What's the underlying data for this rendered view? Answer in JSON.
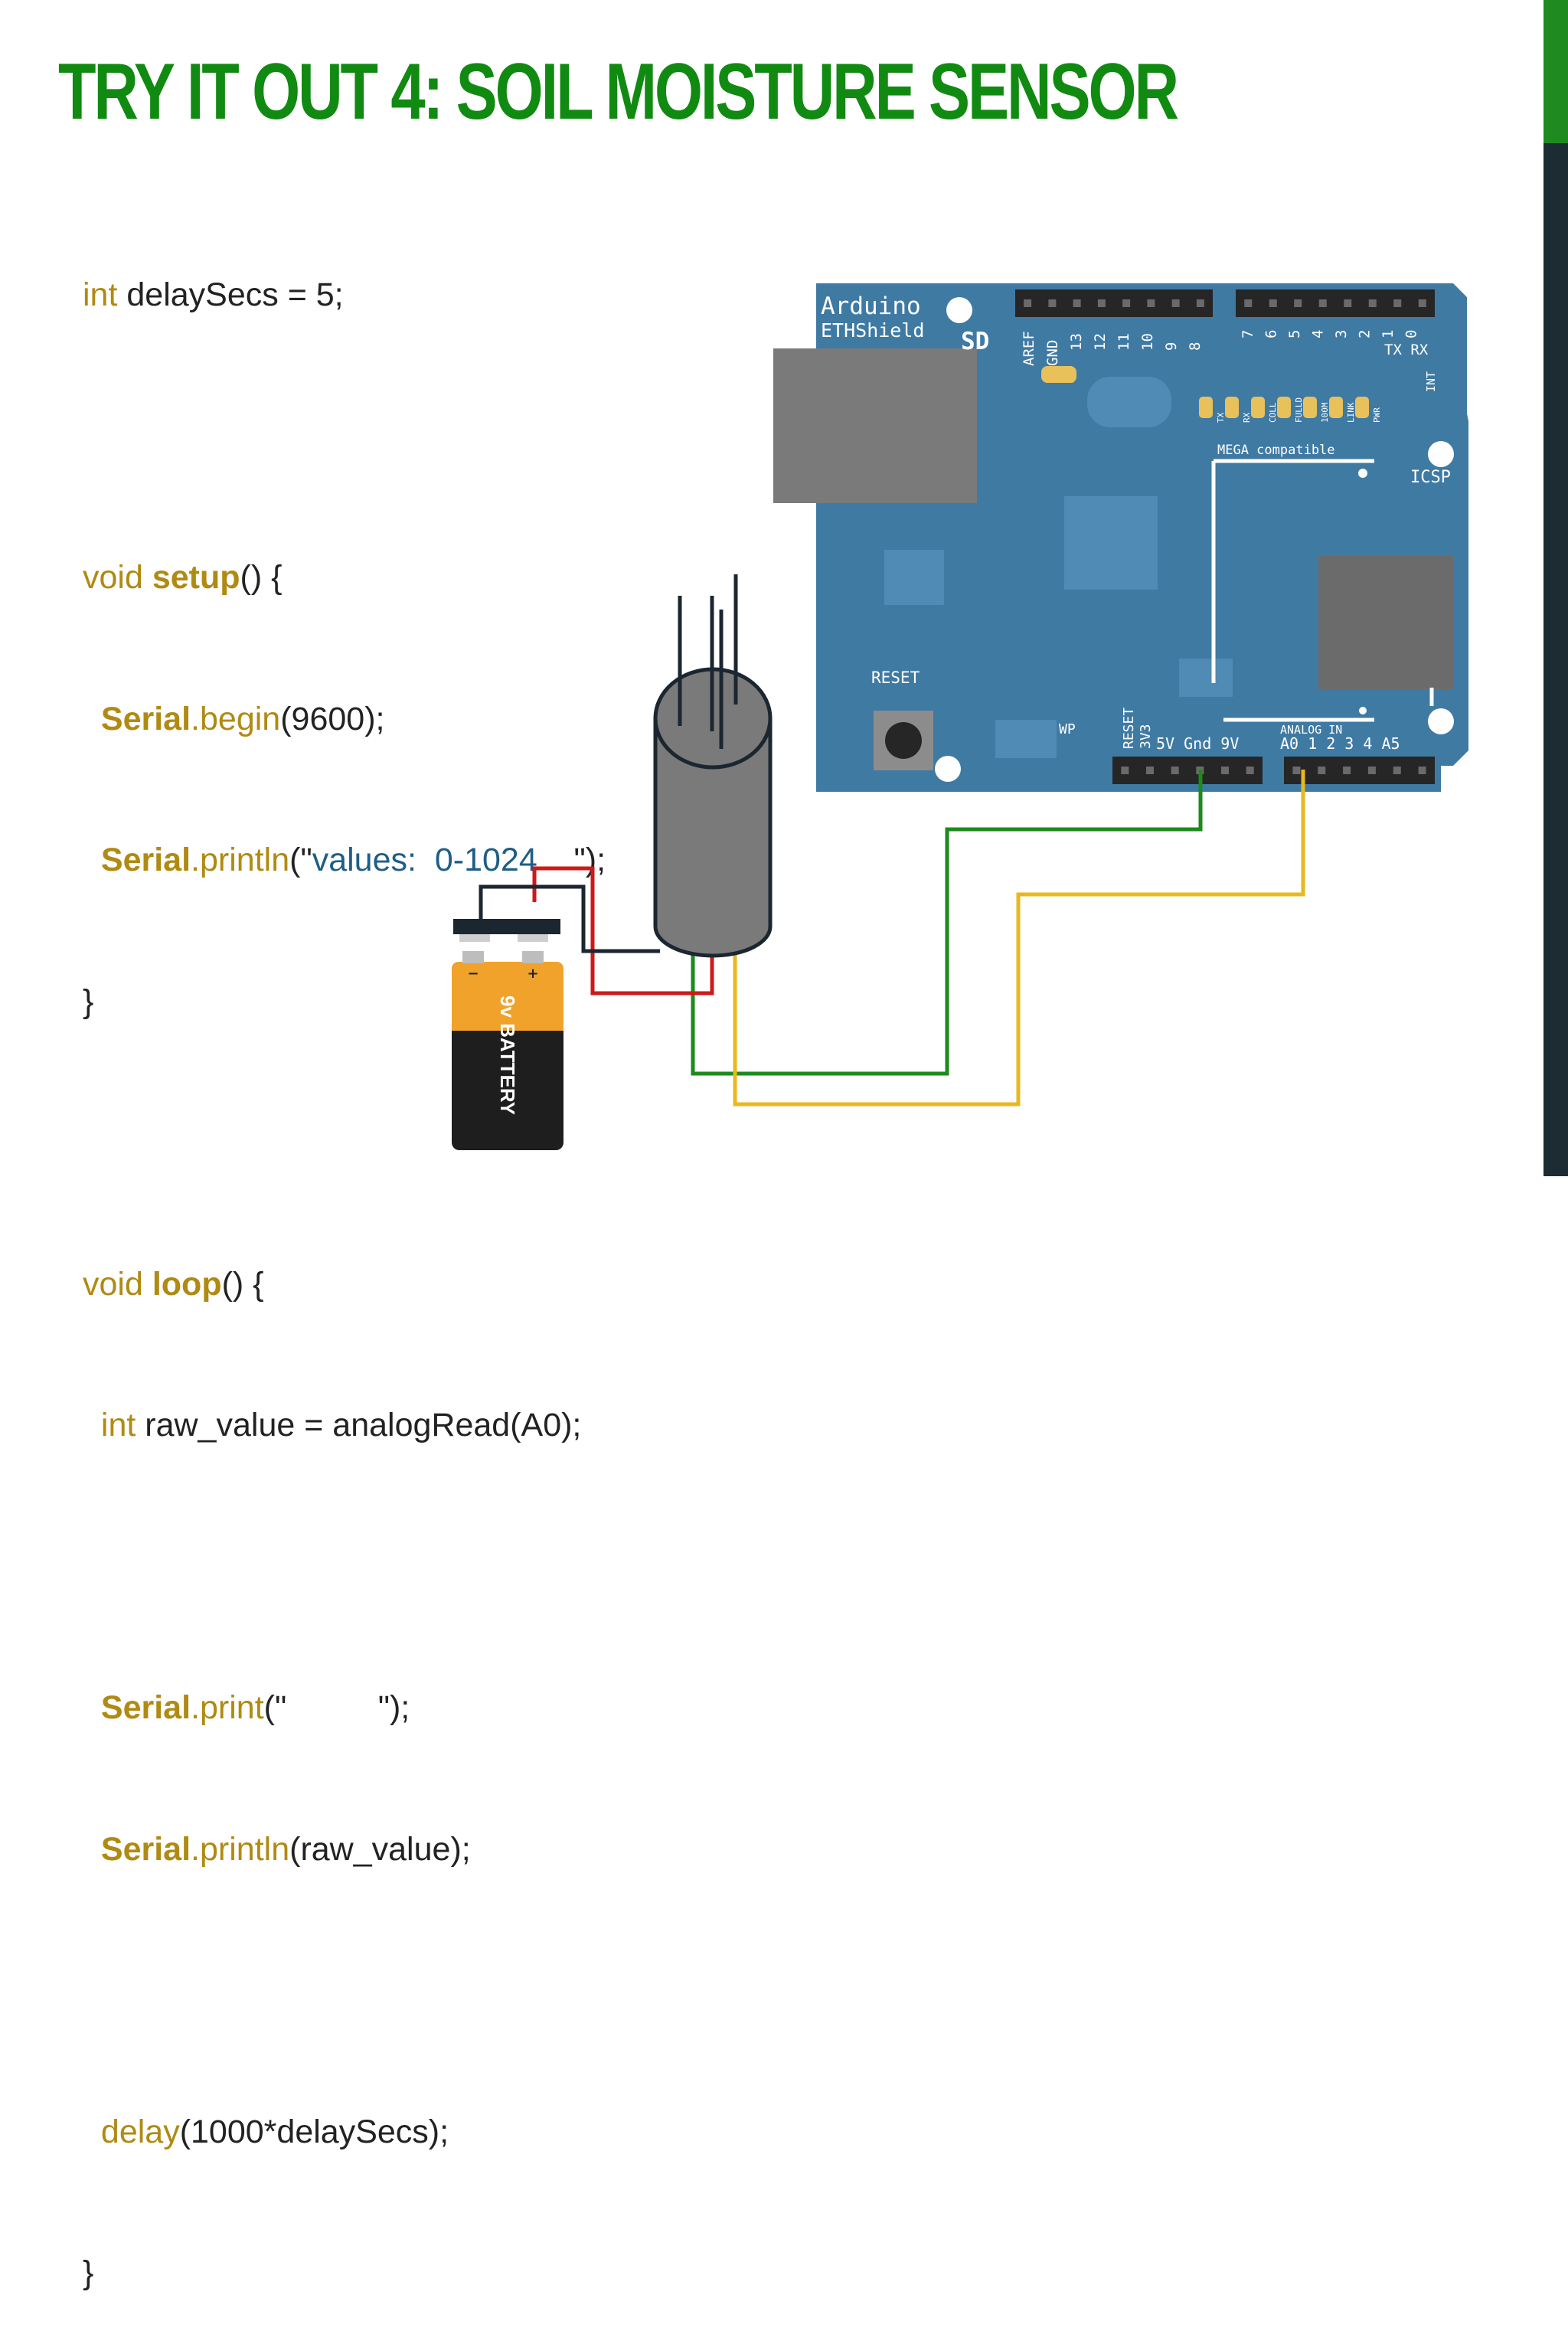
{
  "slide": {
    "title": "TRY IT OUT 4: SOIL MOISTURE SENSOR"
  },
  "code": {
    "line1": {
      "type": "int",
      "rest": " delaySecs = 5;"
    },
    "setup": {
      "void": "void ",
      "name": "setup",
      "rest": "() {"
    },
    "begin": {
      "obj": "Serial",
      "method": ".begin",
      "args": "(9600);"
    },
    "println1": {
      "obj": "Serial",
      "method": ".println",
      "open": "(\"",
      "str": "values:  0-1024    ",
      "close": "\");"
    },
    "close_brace": "}",
    "loop": {
      "void": "void ",
      "name": "loop",
      "rest": "() {"
    },
    "read": {
      "type": "int",
      "rest": " raw_value = analogRead(A0);"
    },
    "print": {
      "obj": "Serial",
      "method": ".print",
      "open": "(\"",
      "str": "          ",
      "close": "\");"
    },
    "println2": {
      "obj": "Serial",
      "method": ".println",
      "args": "(raw_value);"
    },
    "delay": {
      "method": "delay",
      "args": "(1000*delaySecs);"
    }
  },
  "diagram": {
    "board": {
      "brand": "Arduino",
      "model": "ETHShield",
      "sd": "SD",
      "top_pins_left": [
        "AREF",
        "GND",
        "13",
        "12",
        "11",
        "10",
        "9",
        "8"
      ],
      "top_pins_right": [
        "7",
        "6",
        "5",
        "4",
        "3",
        "2",
        "1",
        "0"
      ],
      "txrx": "TX RX",
      "int": "INT",
      "leds": [
        "TX",
        "RX",
        "COLL",
        "FULLD",
        "100M",
        "LINK",
        "PWR"
      ],
      "mega": "MEGA compatible",
      "icsp": "ICSP",
      "reset": "RESET",
      "wp": "WP",
      "power_rot": [
        "RESET",
        "3V3"
      ],
      "power_pins": "5V Gnd 9V",
      "analog_in": "ANALOG IN",
      "analog_pins": "A0 1 2 3 4 A5"
    },
    "battery": {
      "label": "9v BATTERY",
      "minus": "−",
      "plus": "+"
    },
    "colors": {
      "board": "#3f7aa3",
      "title_green": "#118a11",
      "keyword": "#b08a12",
      "string": "#1f5e86",
      "wire_green": "#1e8a1e",
      "wire_yellow": "#e8b81e",
      "wire_red": "#cc1a1a",
      "wire_black": "#1c2630"
    }
  }
}
